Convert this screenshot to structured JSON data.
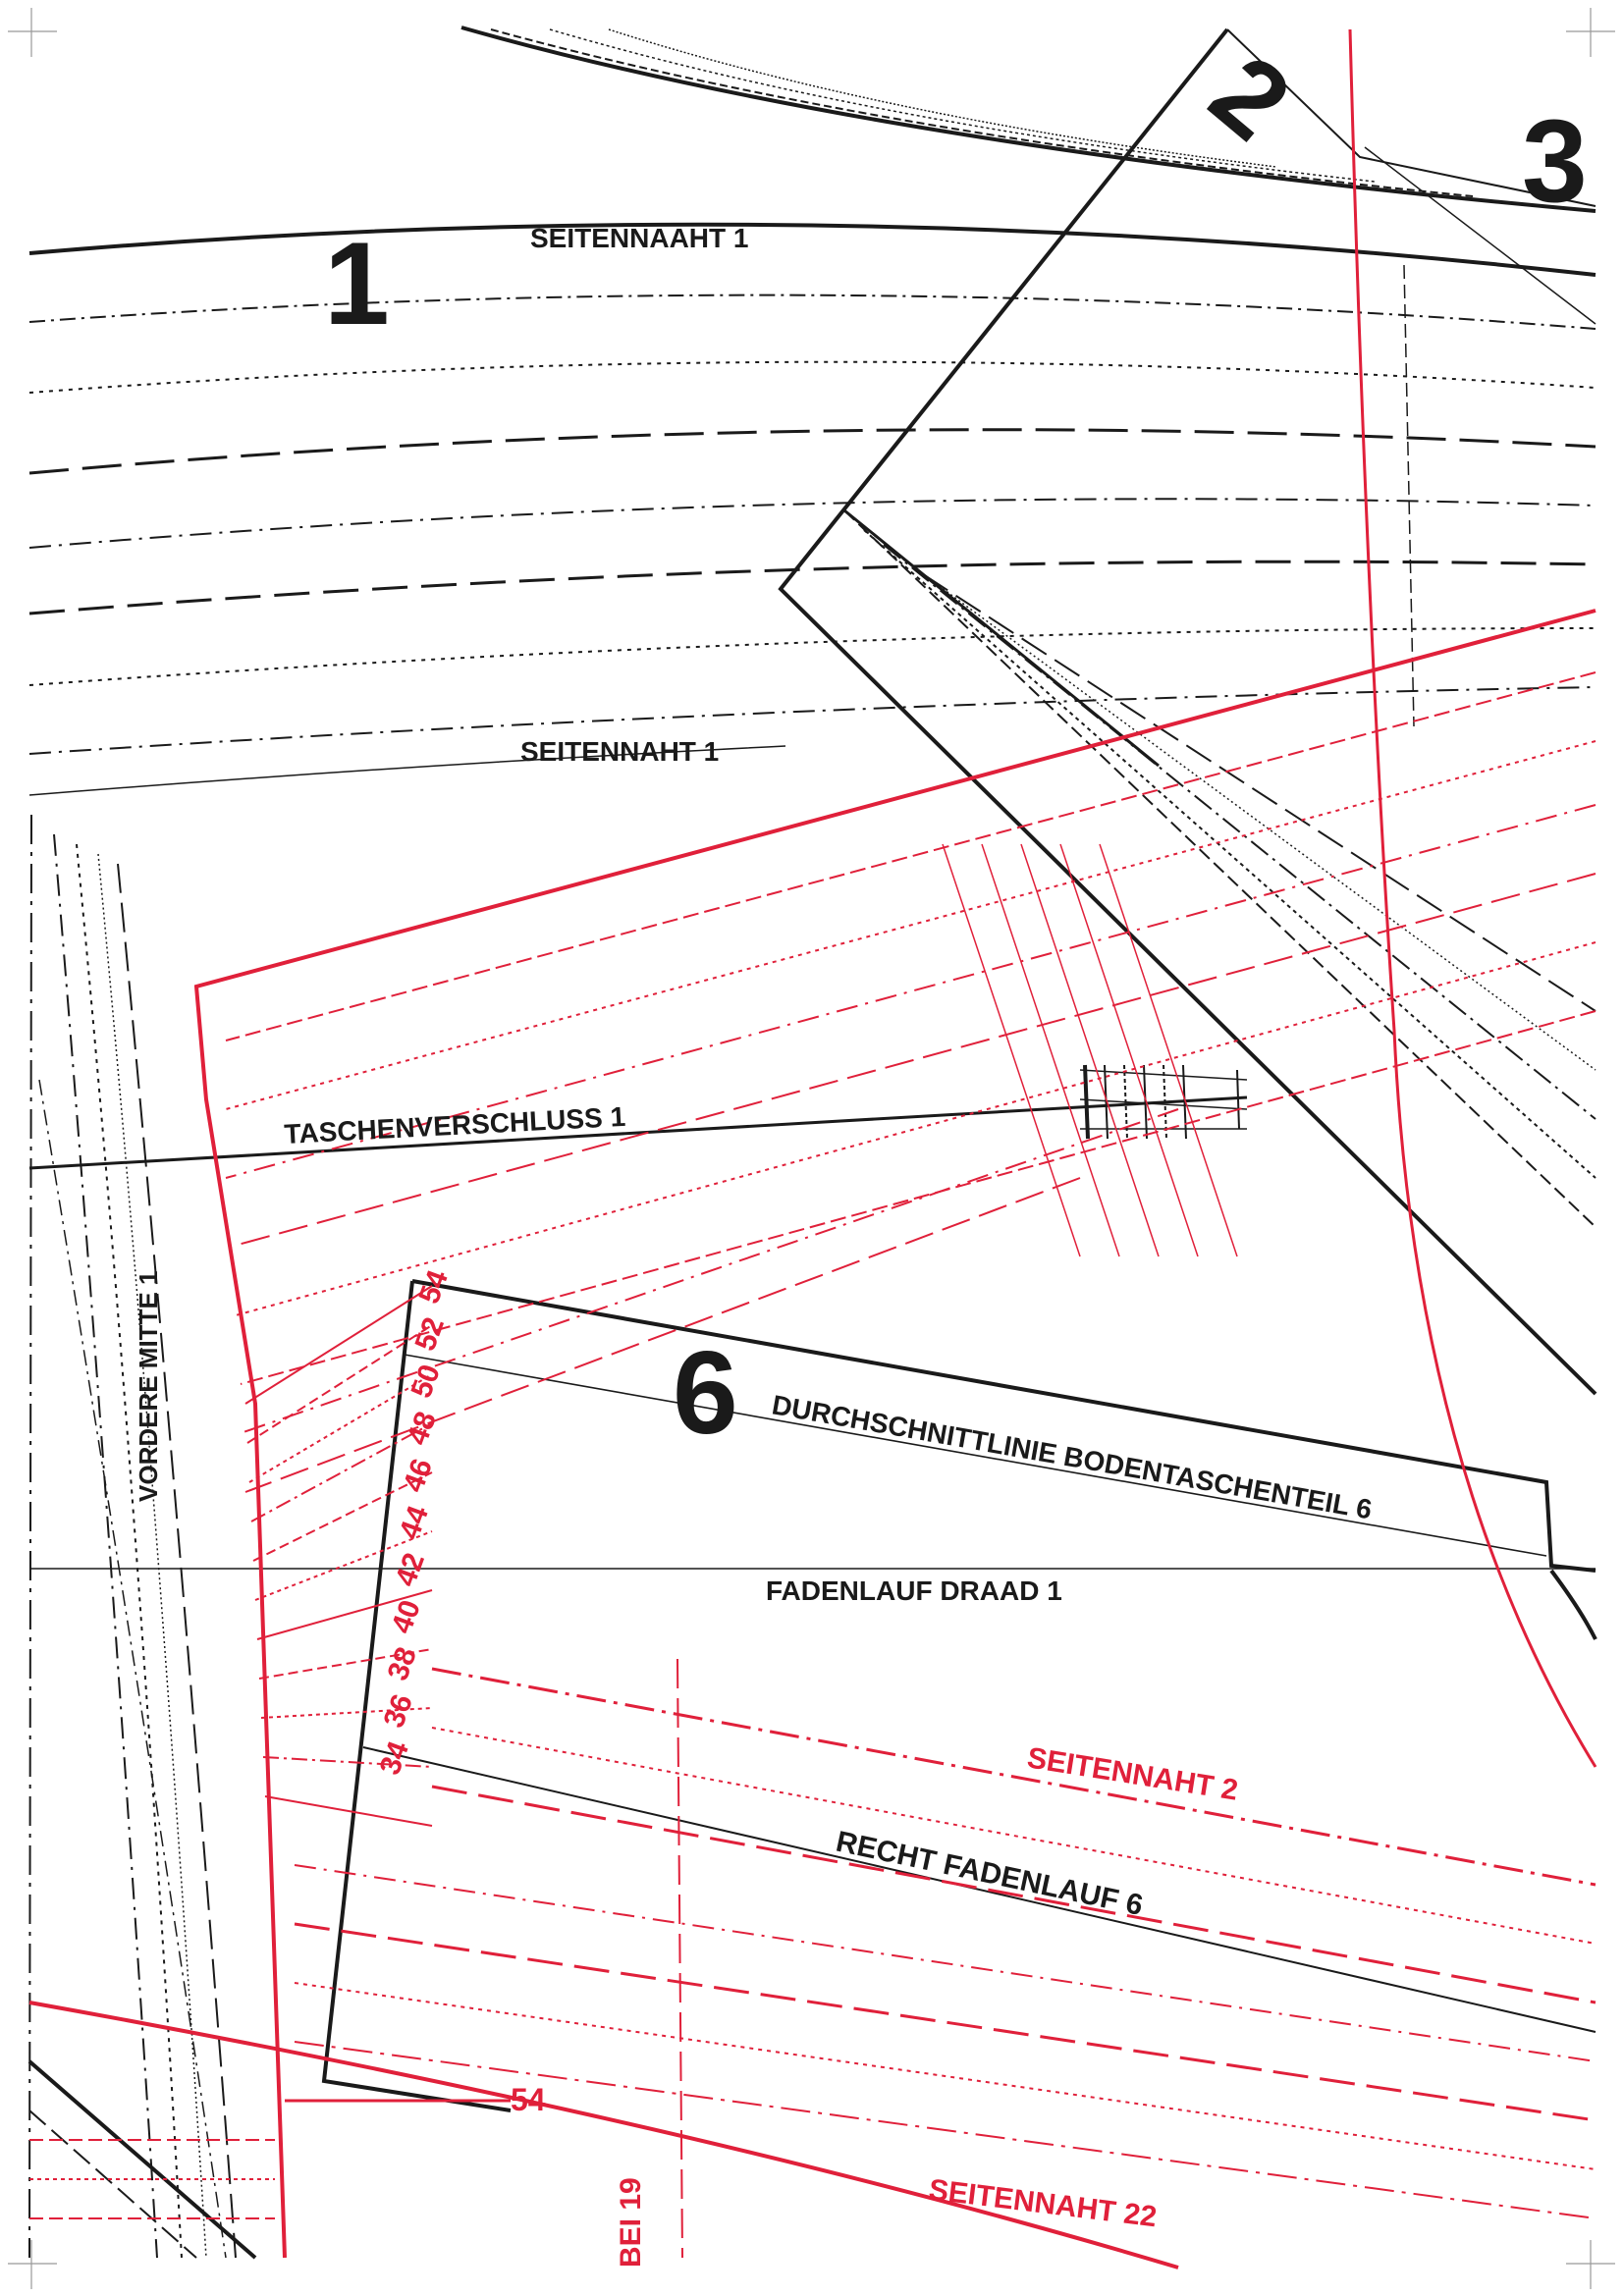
{
  "pieces": {
    "p1": "1",
    "p2": "2",
    "p3": "3",
    "p6": "6"
  },
  "labels": {
    "seitennaht_1_top": "SEITENNAAHT 1",
    "seitennaht_1_mid": "SEITENNAHT 1",
    "taschenverschluss": "TASCHENVERSCHLUSS 1",
    "durchschnittlinie": "DURCHSCHNITTLINIE BODENTASCHENTEIL 6",
    "fadenlauf_1": "FADENLAUF DRAAD 1",
    "seitennaht_2": "SEITENNAHT 2",
    "rechter_fadenlauf_6": "RECHT FADENLAUF 6",
    "seitennaht_22": "SEITENNAHT 22",
    "vordere_mitte": "VORDERE MITTE 1",
    "bei_19": "BEI 19",
    "size_54_bottom": "54"
  },
  "sizes": [
    "54",
    "52",
    "50",
    "48",
    "46",
    "44",
    "42",
    "40",
    "38",
    "36",
    "34"
  ],
  "colors": {
    "black": "#1a1a1a",
    "red": "#e0203a",
    "paper": "#ffffff"
  }
}
